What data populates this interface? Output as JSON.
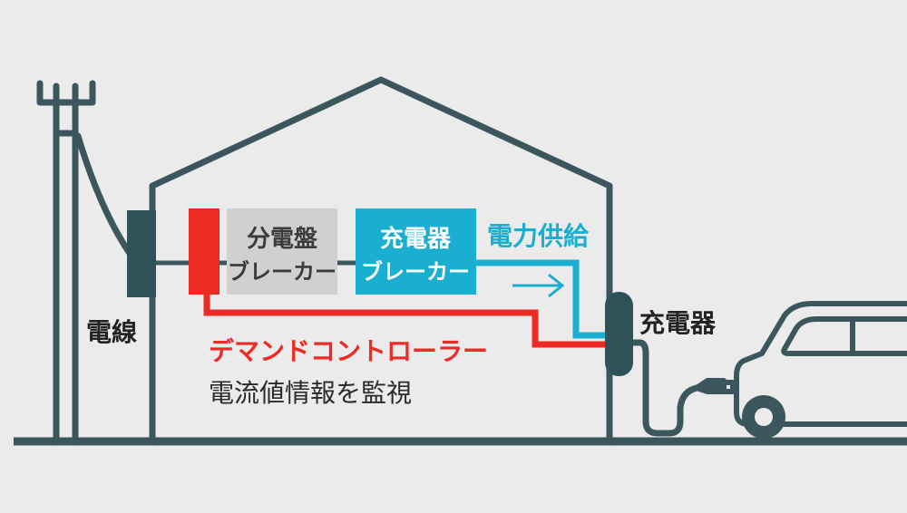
{
  "colors": {
    "line": "#3b565c",
    "dark": "#2f5158",
    "red": "#ee2a24",
    "cyan": "#1aaed0",
    "gray_box": "#cfd0d1",
    "background": "#ebebeb"
  },
  "labels": {
    "power_line": "電線",
    "distribution_board": [
      "分電盤",
      "ブレーカー"
    ],
    "charger_breaker": [
      "充電器",
      "ブレーカー"
    ],
    "power_supply": "電力供給",
    "charger": "充電器",
    "demand_controller": "デマンドコントローラー",
    "monitor_current": "電流値情報を監視"
  }
}
